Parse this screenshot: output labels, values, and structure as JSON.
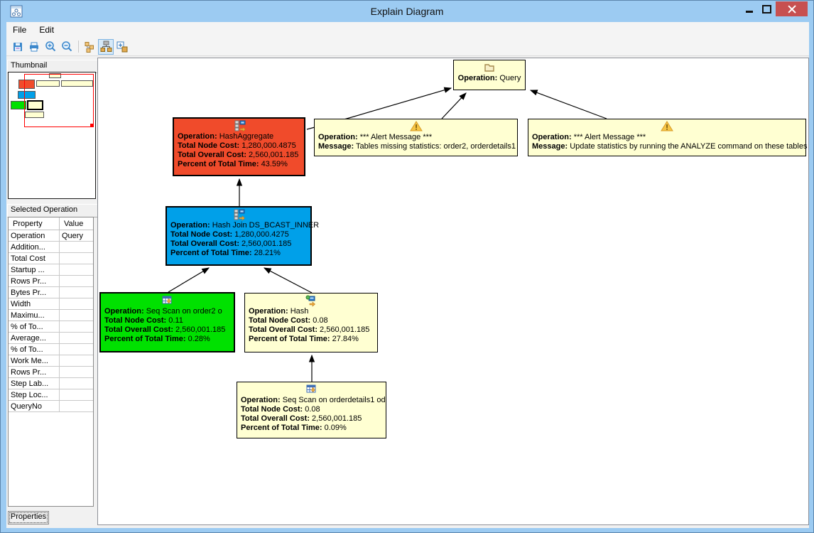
{
  "window": {
    "title": "Explain Diagram"
  },
  "menu": {
    "items": [
      {
        "label": "File"
      },
      {
        "label": "Edit"
      }
    ]
  },
  "toolbar": {
    "buttons": [
      {
        "name": "save"
      },
      {
        "name": "print"
      },
      {
        "name": "zoom-in"
      },
      {
        "name": "zoom-out"
      },
      {
        "name": "tree-view"
      },
      {
        "name": "diagram-view",
        "selected": true
      },
      {
        "name": "overview-window"
      }
    ]
  },
  "sidebar": {
    "thumbnail": {
      "header": "Thumbnail"
    },
    "selected_operation": {
      "header": "Selected Operation",
      "columns": {
        "property": "Property",
        "value": "Value"
      },
      "rows": [
        {
          "p": "Operation",
          "v": "Query"
        },
        {
          "p": "Addition...",
          "v": ""
        },
        {
          "p": "Total Cost",
          "v": ""
        },
        {
          "p": "Startup ...",
          "v": ""
        },
        {
          "p": "Rows Pr...",
          "v": ""
        },
        {
          "p": "Bytes Pr...",
          "v": ""
        },
        {
          "p": "Width",
          "v": ""
        },
        {
          "p": "Maximu...",
          "v": ""
        },
        {
          "p": "% of To...",
          "v": ""
        },
        {
          "p": "Average...",
          "v": ""
        },
        {
          "p": "% of To...",
          "v": ""
        },
        {
          "p": "Work Me...",
          "v": ""
        },
        {
          "p": "Rows Pr...",
          "v": ""
        },
        {
          "p": "Step Lab...",
          "v": ""
        },
        {
          "p": "Step Loc...",
          "v": ""
        },
        {
          "p": "QueryNo",
          "v": ""
        }
      ]
    },
    "tab": {
      "label": "Properties"
    }
  },
  "diagram": {
    "nodes": [
      {
        "id": "query",
        "icon": "folder-icon",
        "fill": "#FFFFD2",
        "lines": [
          {
            "label": "Operation:",
            "value": "Query"
          }
        ]
      },
      {
        "id": "hash-aggregate",
        "icon": "join-table-icon",
        "fill": "#F04B2B",
        "lines": [
          {
            "label": "Operation:",
            "value": "HashAggregate"
          },
          {
            "label": "Total Node Cost:",
            "value": "1,280,000.4875"
          },
          {
            "label": "Total Overall Cost:",
            "value": "2,560,001.185"
          },
          {
            "label": "Percent of Total Time:",
            "value": "43.59%"
          }
        ]
      },
      {
        "id": "alert-message-1",
        "icon": "warning-icon",
        "fill": "#FFFFD2",
        "lines": [
          {
            "label": "Operation:",
            "value": "*** Alert Message ***"
          },
          {
            "label": "Message:",
            "value": "Tables missing statistics: order2, orderdetails1"
          }
        ]
      },
      {
        "id": "alert-message-2",
        "icon": "warning-icon",
        "fill": "#FFFFD2",
        "lines": [
          {
            "label": "Operation:",
            "value": "*** Alert Message ***"
          },
          {
            "label": "Message:",
            "value": "Update statistics by running the ANALYZE command on these tables"
          }
        ]
      },
      {
        "id": "hash-join",
        "icon": "join-table-icon",
        "fill": "#00A0E9",
        "lines": [
          {
            "label": "Operation:",
            "value": "Hash Join DS_BCAST_INNER"
          },
          {
            "label": "Total Node Cost:",
            "value": "1,280,000.4275"
          },
          {
            "label": "Total Overall Cost:",
            "value": "2,560,001.185"
          },
          {
            "label": "Percent of Total Time:",
            "value": "28.21%"
          }
        ]
      },
      {
        "id": "seq-scan-order2",
        "icon": "table-scan-icon",
        "fill": "#00E100",
        "lines": [
          {
            "label": "Operation:",
            "value": "Seq Scan on order2 o"
          },
          {
            "label": "Total Node Cost:",
            "value": "0.11"
          },
          {
            "label": "Total Overall Cost:",
            "value": "2,560,001.185"
          },
          {
            "label": "Percent of Total Time:",
            "value": "0.28%"
          }
        ]
      },
      {
        "id": "hash",
        "icon": "hash-table-icon",
        "fill": "#FFFFD2",
        "lines": [
          {
            "label": "Operation:",
            "value": "Hash"
          },
          {
            "label": "Total Node Cost:",
            "value": "0.08"
          },
          {
            "label": "Total Overall Cost:",
            "value": "2,560,001.185"
          },
          {
            "label": "Percent of Total Time:",
            "value": "27.84%"
          }
        ]
      },
      {
        "id": "seq-scan-orderdetails1",
        "icon": "table-scan-icon",
        "fill": "#FFFFD2",
        "lines": [
          {
            "label": "Operation:",
            "value": "Seq Scan on orderdetails1 od"
          },
          {
            "label": "Total Node Cost:",
            "value": "0.08"
          },
          {
            "label": "Total Overall Cost:",
            "value": "2,560,001.185"
          },
          {
            "label": "Percent of Total Time:",
            "value": "0.09%"
          }
        ]
      }
    ]
  },
  "colors": {
    "titlebar": "#9CCBF2",
    "close_button": "#C75050",
    "node_red": "#F04B2B",
    "node_blue": "#00A0E9",
    "node_green": "#00E100",
    "node_yellow": "#FFFFD2",
    "viewport_outline": "#FF0000"
  }
}
